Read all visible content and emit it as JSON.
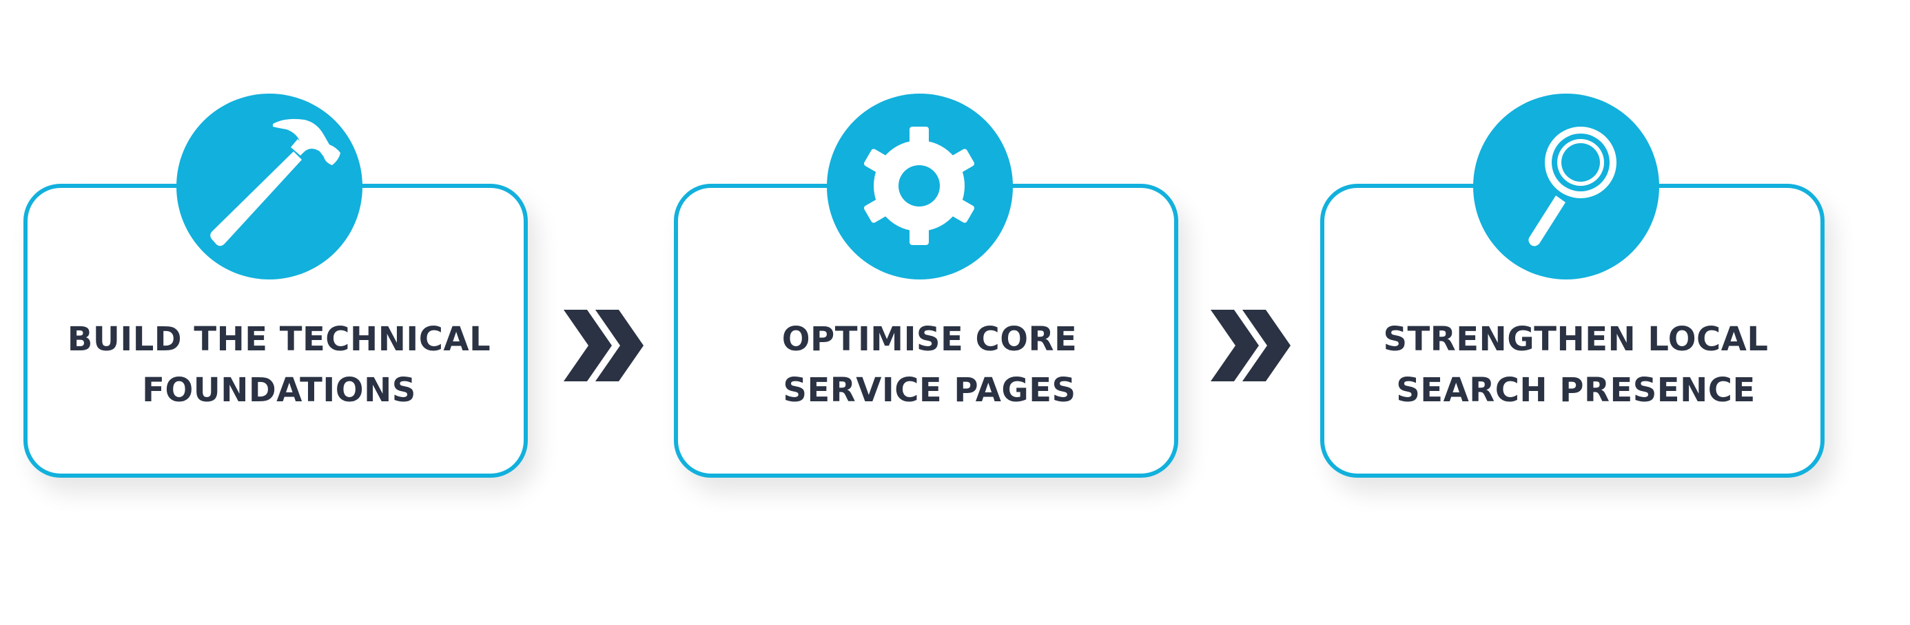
{
  "steps": [
    {
      "icon": "hammer-icon",
      "title_lines": [
        "BUILD THE TECHNICAL",
        "FOUNDATIONS"
      ]
    },
    {
      "icon": "gear-icon",
      "title_lines": [
        "OPTIMISE CORE",
        "SERVICE PAGES"
      ]
    },
    {
      "icon": "magnifying-glass-icon",
      "title_lines": [
        "STRENGTHEN LOCAL",
        "SEARCH PRESENCE"
      ]
    }
  ],
  "connectors": [
    {
      "icon": "double-chevron-right-icon"
    },
    {
      "icon": "double-chevron-right-icon"
    }
  ],
  "colors": {
    "accent": "#12b0dc",
    "text": "#2a3243",
    "icon": "#ffffff"
  }
}
